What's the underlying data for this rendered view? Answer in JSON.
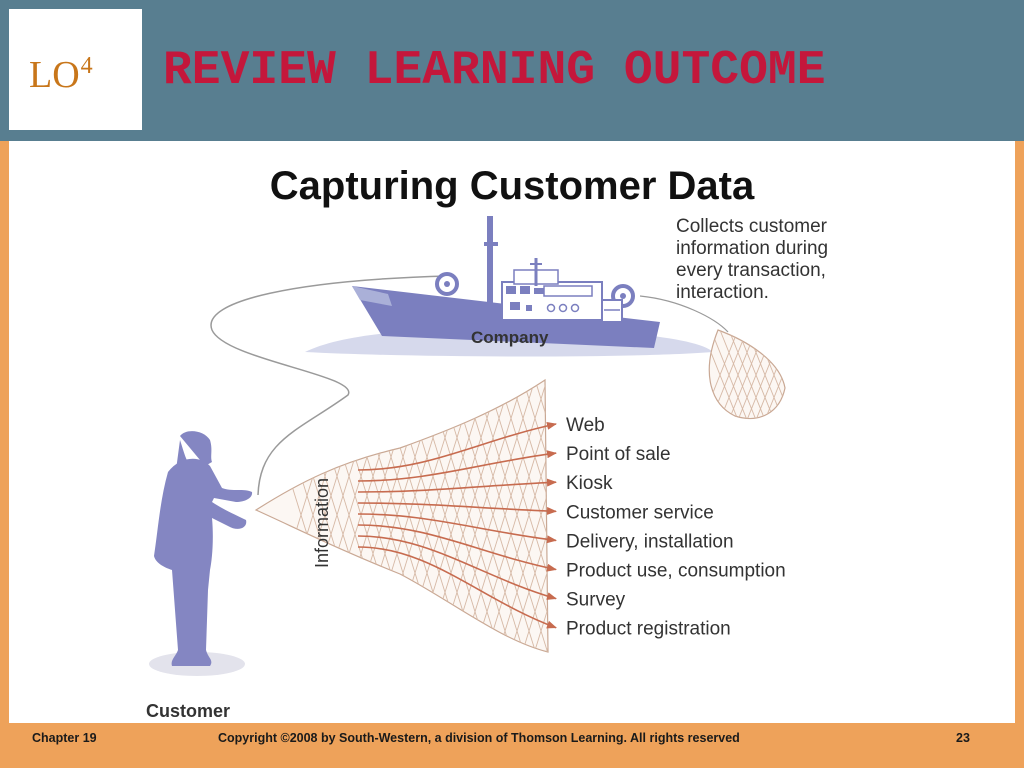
{
  "header": {
    "lo_label": "LO",
    "lo_number": "4",
    "title": "REVIEW LEARNING OUTCOME"
  },
  "slide_title": "Capturing Customer Data",
  "diagram": {
    "callout_lines": [
      "Collects customer",
      "information during",
      "every transaction,",
      "interaction."
    ],
    "company_label": "Company",
    "information_label": "Information",
    "customer_label": "Customer",
    "sources": [
      "Web",
      "Point of sale",
      "Kiosk",
      "Customer service",
      "Delivery, installation",
      "Product use, consumption",
      "Survey",
      "Product registration"
    ],
    "colors": {
      "ship": "#7b7fbf",
      "ship_light": "#aab0d8",
      "person": "#8486c2",
      "arrows": "#c76b4f",
      "net": "#c9a894"
    }
  },
  "footer": {
    "chapter": "Chapter 19",
    "copyright": "Copyright ©2008 by South-Western, a division of Thomson Learning.  All rights reserved",
    "page": "23"
  }
}
